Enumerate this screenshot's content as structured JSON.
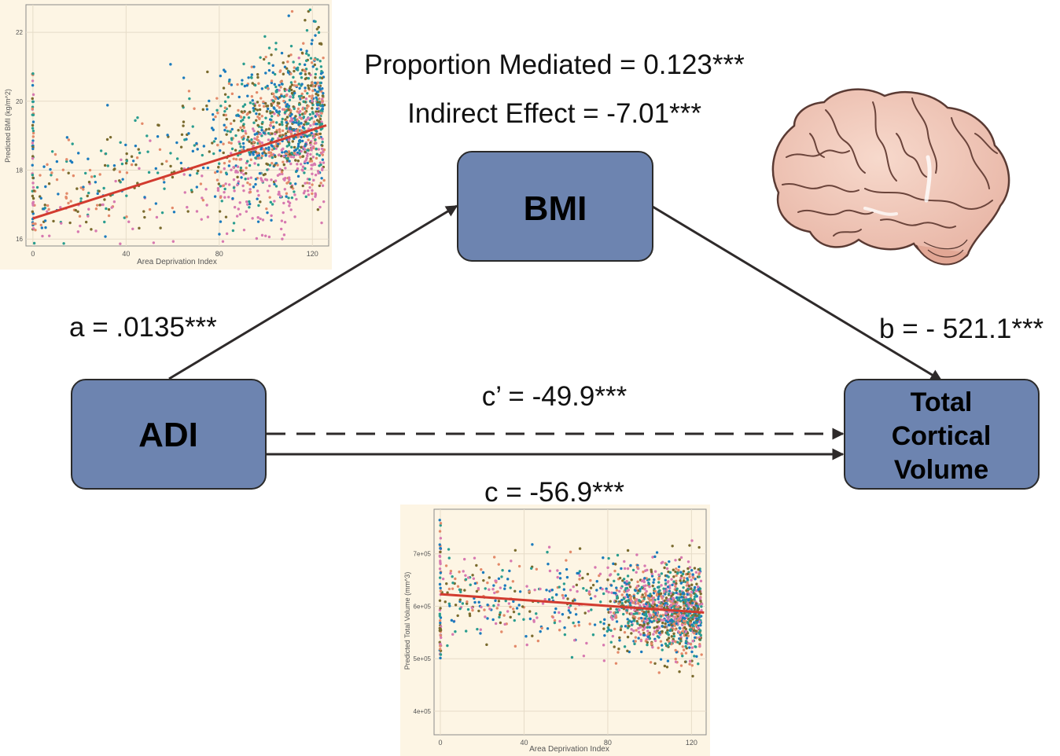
{
  "stats": {
    "proportion_mediated": "Proportion Mediated = 0.123***",
    "indirect_effect": "Indirect Effect = -7.01***",
    "a_path": "a = .0135***",
    "b_path": "b = - 521.1***",
    "c_prime_path": "c’ = -49.9***",
    "c_path": "c = -56.9***"
  },
  "nodes": {
    "adi": "ADI",
    "bmi": "BMI",
    "outcome": [
      "Total",
      "Cortical",
      "Volume"
    ]
  },
  "colors": {
    "node_fill": "#6d84b0",
    "node_stroke": "#2a2a2a",
    "arrow": "#2e2a2a",
    "plot_bg": "#fdf5e4",
    "grid": "#e6dcc8",
    "fit_line": "#d23b2f",
    "points": [
      "#1b7bbd",
      "#d779b0",
      "#e38a6a",
      "#7a6b2e",
      "#2a9d8f"
    ]
  },
  "icons": [
    "brain-icon"
  ],
  "chart_data": [
    {
      "type": "scatter",
      "title": "",
      "xlabel": "Area Deprivation Index",
      "ylabel": "Predicted BMI (kg/m^2)",
      "xlim": [
        -3,
        127
      ],
      "ylim": [
        15.8,
        22.8
      ],
      "xticks": [
        0,
        40,
        80,
        120
      ],
      "yticks": [
        16,
        18,
        20,
        22
      ],
      "xtick_labels": [
        "0",
        "40",
        "80",
        "120"
      ],
      "ytick_labels": [
        "16",
        "18",
        "20",
        "22"
      ],
      "fit_line": {
        "x": [
          0,
          126
        ],
        "y": [
          16.6,
          19.3
        ]
      },
      "n_points": 1500,
      "grid": true
    },
    {
      "type": "scatter",
      "title": "",
      "xlabel": "Area Deprivation Index",
      "ylabel": "Predicted Total Volume (mm^3)",
      "xlim": [
        -3,
        127
      ],
      "ylim": [
        355000,
        785000
      ],
      "xticks": [
        0,
        40,
        80,
        120
      ],
      "yticks": [
        400000,
        500000,
        600000,
        700000
      ],
      "xtick_labels": [
        "0",
        "40",
        "80",
        "120"
      ],
      "ytick_labels": [
        "4e+05",
        "5e+05",
        "6e+05",
        "7e+05"
      ],
      "fit_line": {
        "x": [
          0,
          126
        ],
        "y": [
          623000,
          588000
        ]
      },
      "n_points": 1500,
      "grid": true
    }
  ]
}
